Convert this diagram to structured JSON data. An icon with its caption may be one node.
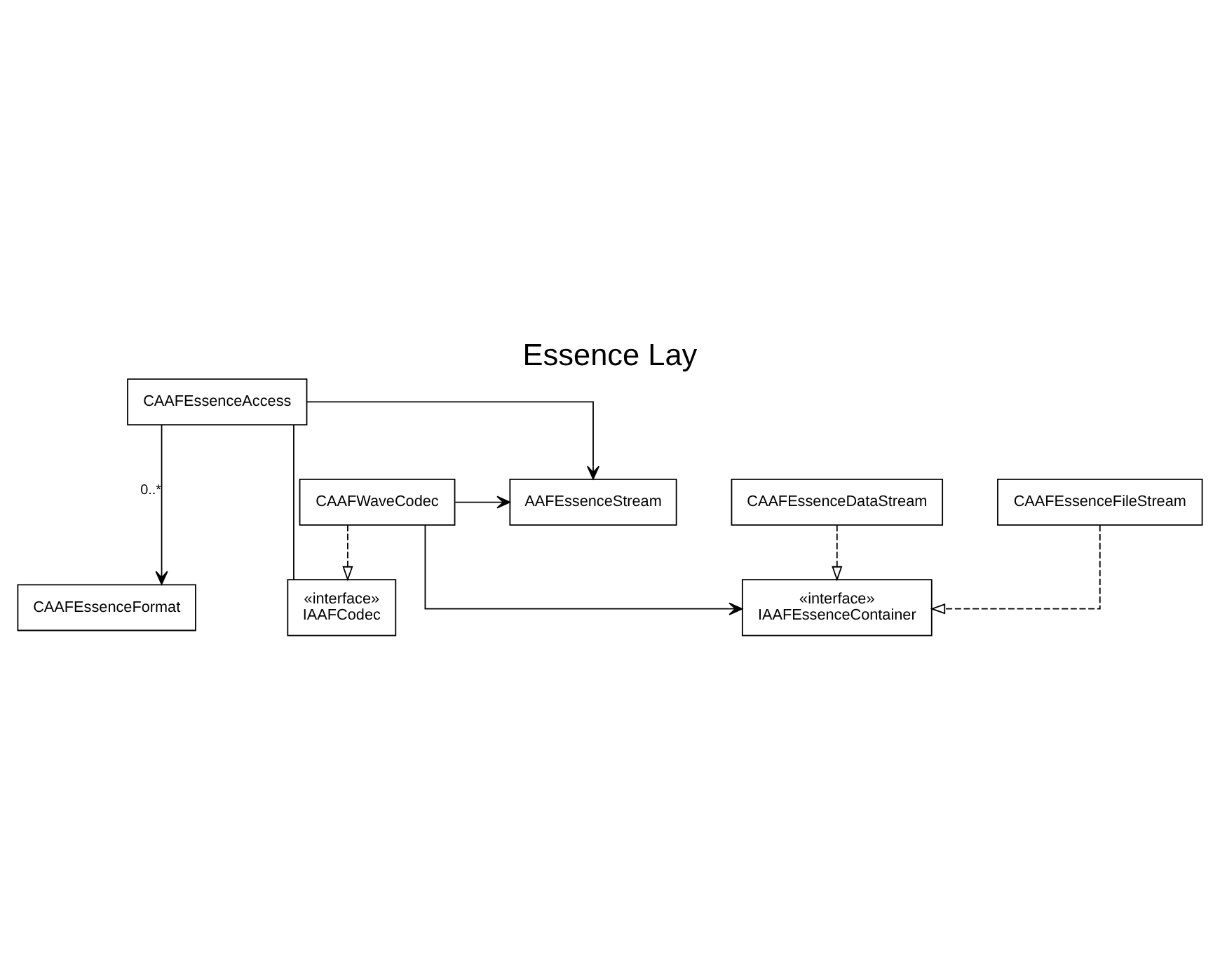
{
  "diagram": {
    "title": "Essence Lay",
    "nodes": [
      {
        "text": [
          "CAAFEssenceAccess"
        ]
      },
      {
        "text": [
          "«interface»",
          "IAAFCodec"
        ]
      },
      {
        "text": [
          "CAAFEssenceFormat"
        ]
      },
      {
        "text": [
          "AAFEssenceStream"
        ]
      },
      {
        "text": [
          "CAAFWaveCodec"
        ]
      },
      {
        "text": [
          "«interface»",
          "IAAFEssenceContainer"
        ]
      },
      {
        "text": [
          "CAAFEssenceDataStream"
        ]
      },
      {
        "text": [
          "CAAFEssenceFileStream"
        ]
      }
    ],
    "edges": [
      {
        "from": 0,
        "to": 2,
        "arrow": "to",
        "label": "0..*"
      },
      {
        "from": 0,
        "to": 3,
        "arrow": "to"
      },
      {
        "from": 0,
        "to": 1,
        "arrow": "none"
      },
      {
        "from": 4,
        "to": 1,
        "arrow": "to",
        "style": "dashed"
      },
      {
        "from": 4,
        "to": 3,
        "arrow": "to"
      },
      {
        "from": 4,
        "to": 5,
        "arrow": "to"
      },
      {
        "from": 6,
        "to": 5,
        "arrow": "to",
        "style": "dashed"
      },
      {
        "from": 7,
        "to": 5,
        "arrow": "to",
        "style": "dashed"
      }
    ]
  }
}
